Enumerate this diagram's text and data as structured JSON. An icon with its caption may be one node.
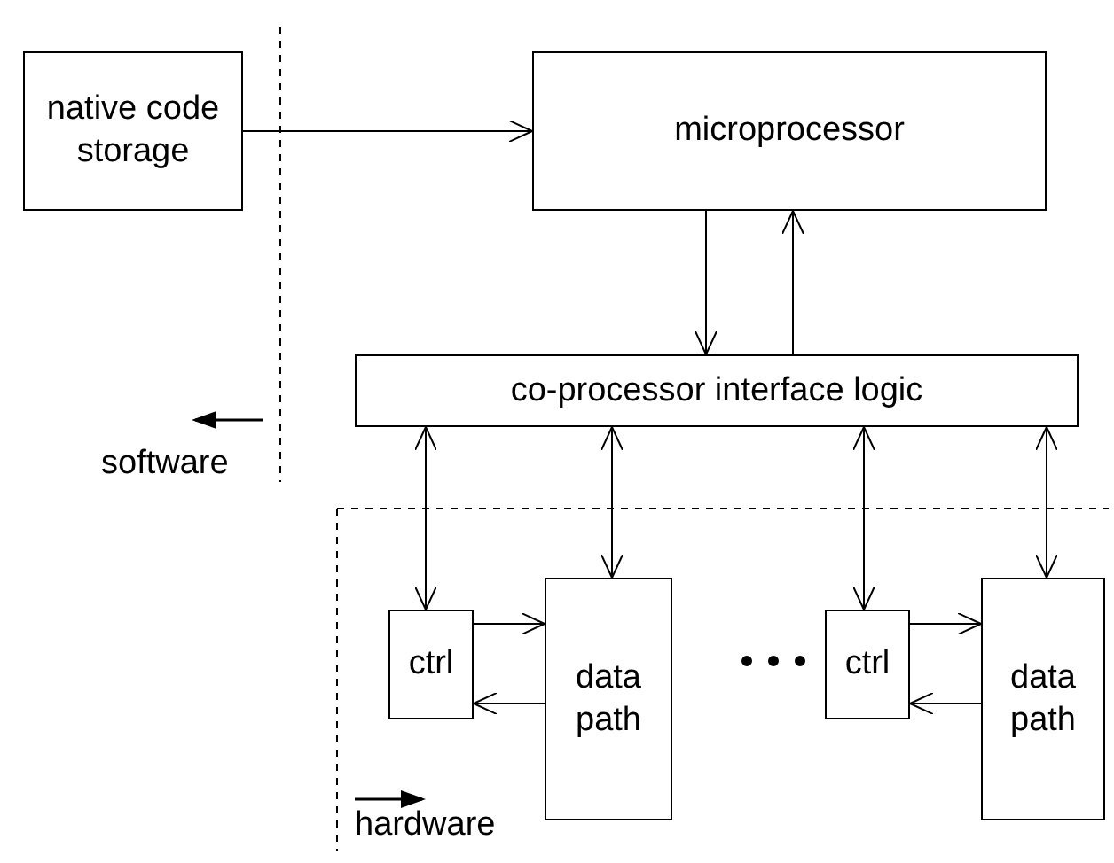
{
  "diagram": {
    "nodes": [
      {
        "text": [
          "native code storage"
        ]
      },
      {
        "text": [
          "microprocessor"
        ]
      },
      {
        "text": [
          "co-processor interface logic"
        ]
      },
      {
        "text": [
          "ctrl"
        ]
      },
      {
        "text": [
          "data path"
        ]
      },
      {
        "text": [
          "ctrl"
        ]
      },
      {
        "text": [
          "data path"
        ]
      }
    ],
    "edges": [
      {
        "from": 0,
        "to": 1,
        "arrow": "to"
      },
      {
        "from": 1,
        "to": 2,
        "arrow": "to"
      },
      {
        "from": 2,
        "to": 1,
        "arrow": "to"
      },
      {
        "from": 2,
        "to": 3,
        "arrow": "both"
      },
      {
        "from": 2,
        "to": 4,
        "arrow": "both"
      },
      {
        "from": 2,
        "to": 5,
        "arrow": "both"
      },
      {
        "from": 2,
        "to": 6,
        "arrow": "both"
      },
      {
        "from": 3,
        "to": 4,
        "arrow": "to"
      },
      {
        "from": 4,
        "to": 3,
        "arrow": "to"
      },
      {
        "from": 5,
        "to": 6,
        "arrow": "to"
      },
      {
        "from": 6,
        "to": 5,
        "arrow": "to"
      }
    ],
    "labels": [
      "software",
      "hardware"
    ]
  }
}
